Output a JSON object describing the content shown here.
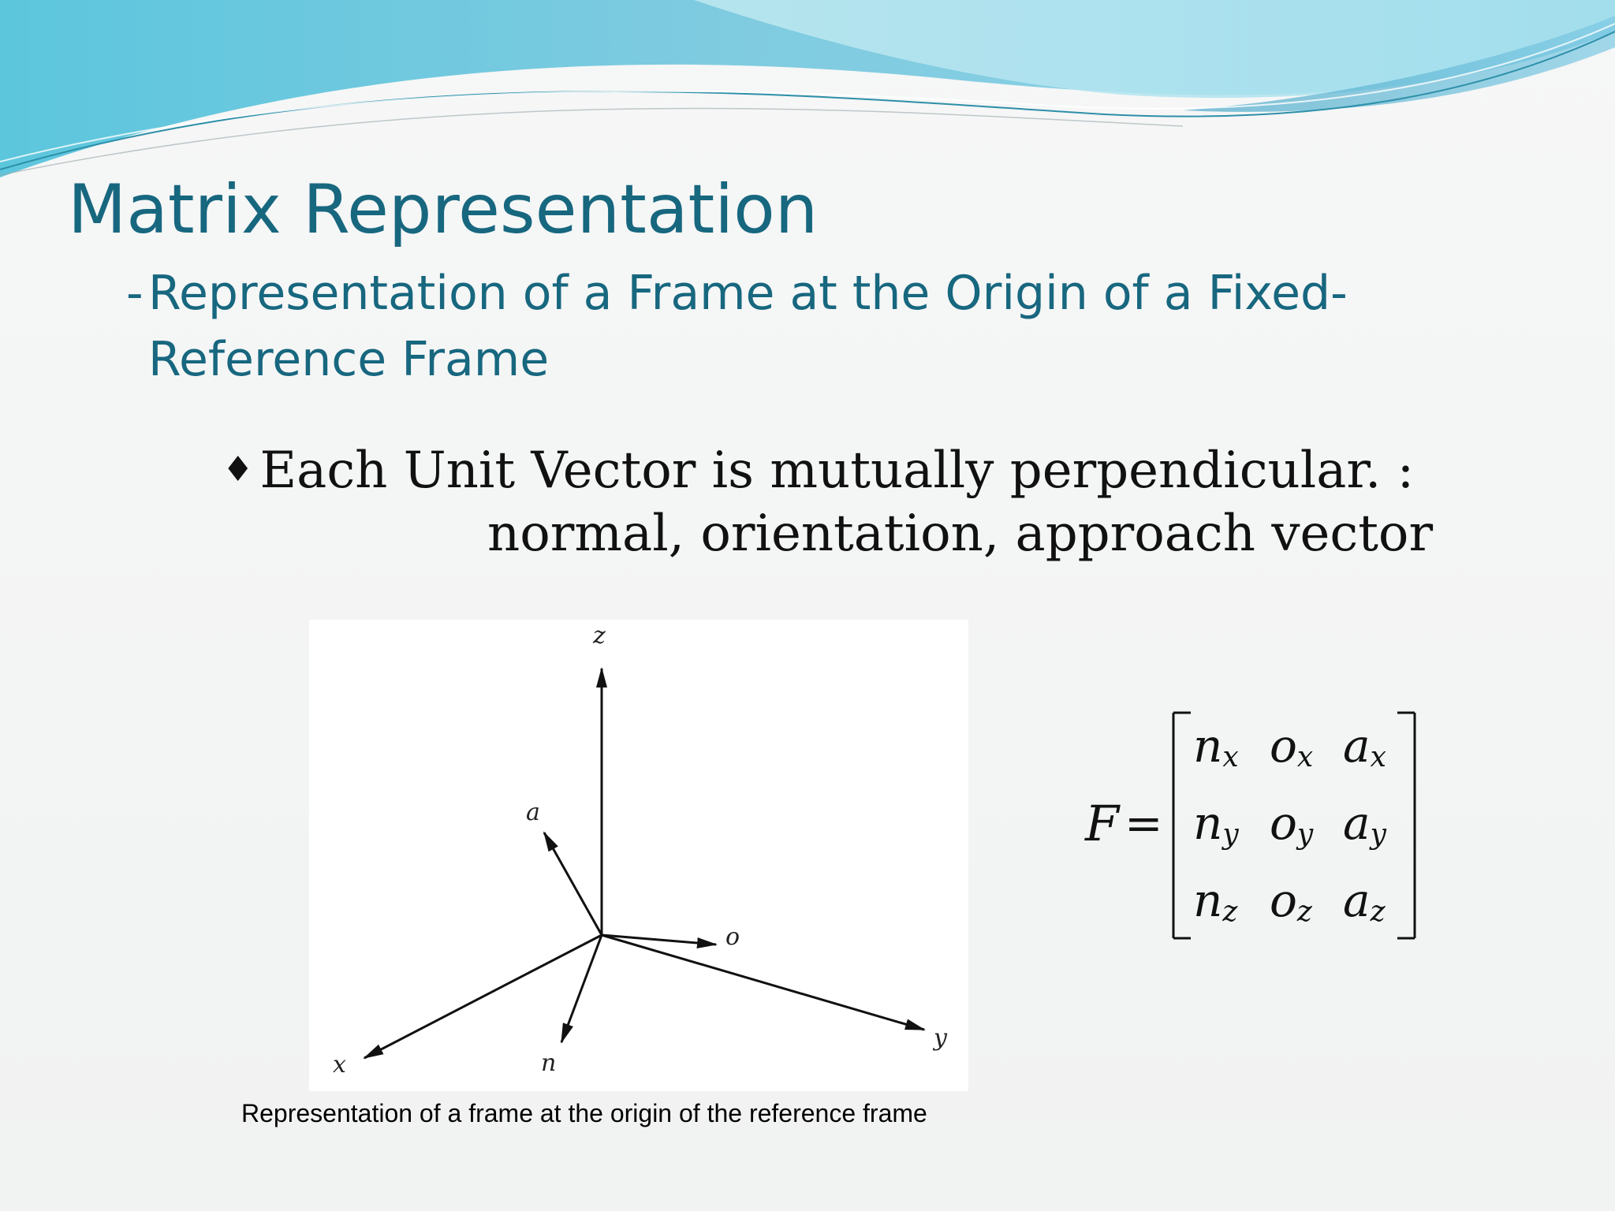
{
  "slide": {
    "title": "Matrix Representation",
    "subtitle_dash": "-",
    "subtitle": "Representation of a Frame at the Origin of a Fixed-Reference Frame",
    "bullet_marker": "♦",
    "bullet_line1": "Each Unit Vector is mutually perpendicular. :",
    "bullet_line2": "normal, orientation, approach vector"
  },
  "figure": {
    "axis_labels": {
      "z": "z",
      "x": "x",
      "y": "y",
      "n": "n",
      "o": "o",
      "a": "a"
    },
    "caption": "Representation of a frame at the origin of the reference frame"
  },
  "matrix": {
    "lhs": "F",
    "equals": "=",
    "rows": [
      [
        {
          "base": "n",
          "sub": "x"
        },
        {
          "base": "o",
          "sub": "x"
        },
        {
          "base": "a",
          "sub": "x"
        }
      ],
      [
        {
          "base": "n",
          "sub": "y"
        },
        {
          "base": "o",
          "sub": "y"
        },
        {
          "base": "a",
          "sub": "y"
        }
      ],
      [
        {
          "base": "n",
          "sub": "z"
        },
        {
          "base": "o",
          "sub": "z"
        },
        {
          "base": "a",
          "sub": "z"
        }
      ]
    ]
  },
  "colors": {
    "title": "#17677f",
    "wave_light": "#a8e0ea",
    "wave_mid": "#6cc6db",
    "wave_dark": "#3a98bd"
  }
}
